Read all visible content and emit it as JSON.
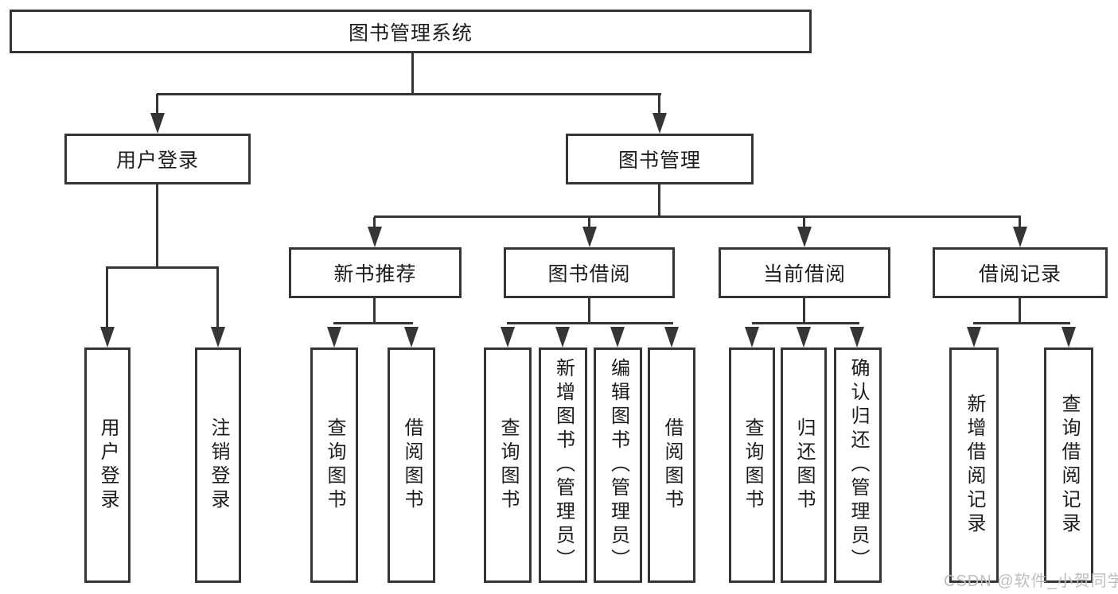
{
  "colors": {
    "line": "#353535",
    "text": "#1c1c1c",
    "watermark": "#bdbdbd",
    "background": "#ffffff"
  },
  "watermark": "CSDN @软件_小贺同学",
  "tree": {
    "root": {
      "label": "图书管理系统"
    },
    "children": [
      {
        "label": "用户登录",
        "children": [
          {
            "label": "用户登录"
          },
          {
            "label": "注销登录"
          }
        ]
      },
      {
        "label": "图书管理",
        "children": [
          {
            "label": "新书推荐",
            "children": [
              {
                "label": "查询图书"
              },
              {
                "label": "借阅图书"
              }
            ]
          },
          {
            "label": "图书借阅",
            "children": [
              {
                "label": "查询图书"
              },
              {
                "label": "新增图书（管理员）"
              },
              {
                "label": "编辑图书（管理员）"
              },
              {
                "label": "借阅图书"
              }
            ]
          },
          {
            "label": "当前借阅",
            "children": [
              {
                "label": "查询图书"
              },
              {
                "label": "归还图书"
              },
              {
                "label": "确认归还（管理员）"
              }
            ]
          },
          {
            "label": "借阅记录",
            "children": [
              {
                "label": "新增借阅记录"
              },
              {
                "label": "查询借阅记录"
              }
            ]
          }
        ]
      }
    ]
  }
}
